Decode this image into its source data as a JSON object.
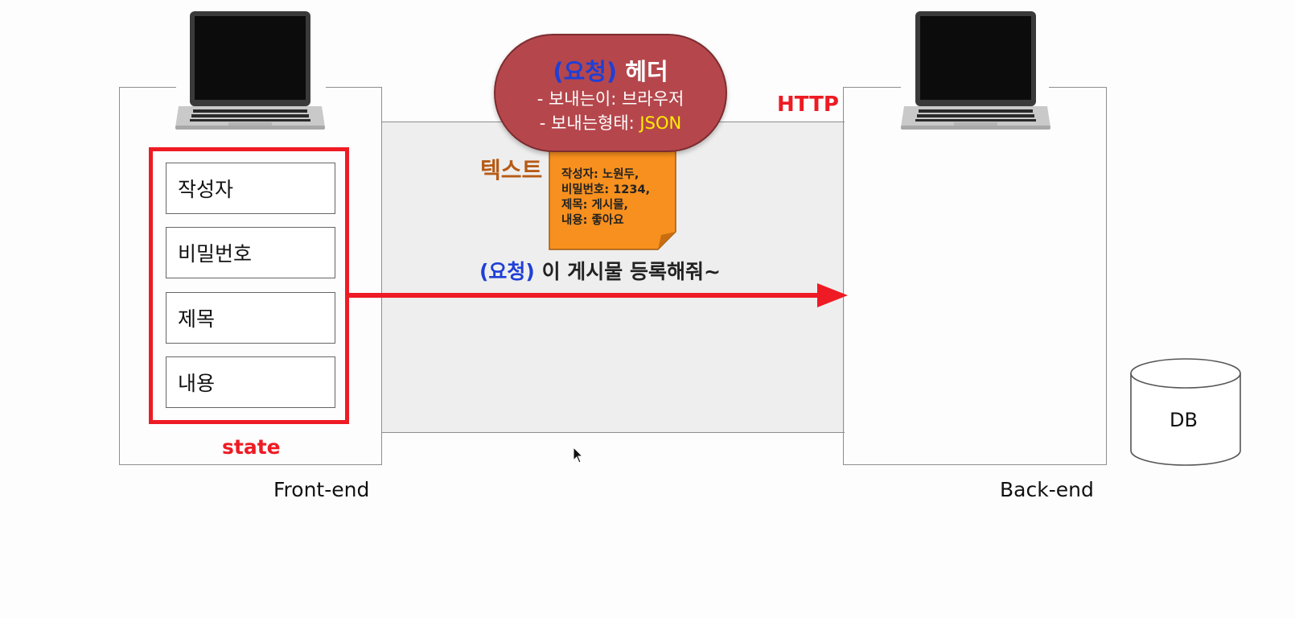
{
  "frontend": {
    "label": "Front-end",
    "state_label": "state",
    "fields": [
      "작성자",
      "비밀번호",
      "제목",
      "내용"
    ]
  },
  "backend": {
    "label": "Back-end",
    "db_label": "DB"
  },
  "http_label": "HTTP",
  "header_bubble": {
    "title_prefix": "(요청)",
    "title": "헤더",
    "line1": "- 보내는이: 브라우저",
    "line2_prefix": "- 보내는형태:",
    "line2_value": "JSON"
  },
  "body_note": {
    "tag": "텍스트",
    "lines": [
      "작성자: 노원두,",
      "비밀번호: 1234,",
      "제목: 게시물,",
      "내용: 좋아요"
    ]
  },
  "request_message": {
    "prefix": "(요청)",
    "text": "이 게시물 등록해줘~"
  },
  "colors": {
    "accent_red": "#ee1b24",
    "request_blue": "#1f3fd6",
    "bubble": "#b5474c",
    "note": "#f7901e",
    "json_yellow": "#ffee00"
  }
}
